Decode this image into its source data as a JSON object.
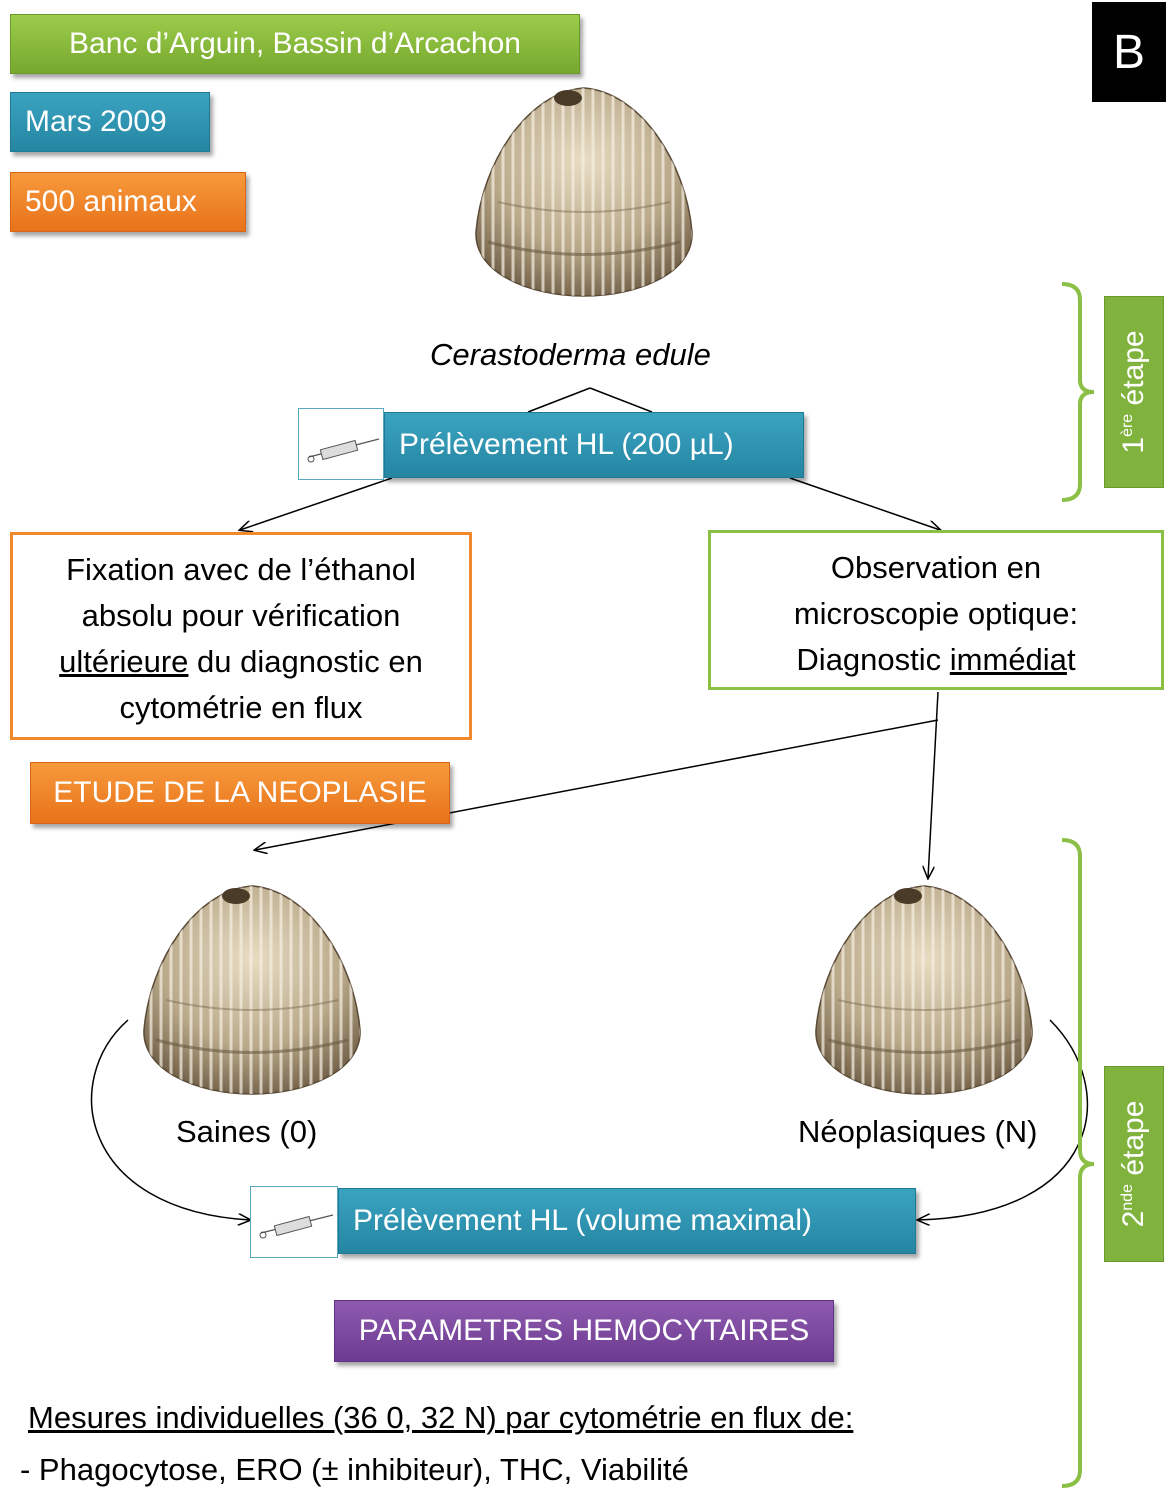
{
  "tags": {
    "location": "Banc d’Arguin, Bassin d’Arcachon",
    "date": "Mars 2009",
    "count": "500 animaux",
    "study_neoplasia": "ETUDE DE LA NEOPLASIE",
    "hemocyte_params": "PARAMETRES HEMOCYTAIRES"
  },
  "corner_label": "B",
  "species": "Cerastoderma edule",
  "sampling_1": "Prélèvement HL (200 µL)",
  "sampling_2": "Prélèvement HL (volume maximal)",
  "fixation": {
    "line1": "Fixation avec de l’éthanol",
    "line2": "absolu pour vérification",
    "underlined": "ultérieure",
    "line3_rest": " du diagnostic en",
    "line4": "cytométrie en flux"
  },
  "observation": {
    "line1": "Observation en",
    "line2": "microscopie optique:",
    "prefix": "Diagnostic ",
    "underlined": "immédia",
    "suffix": "t"
  },
  "healthy": "Saines (0)",
  "neoplastic": "Néoplasiques (N)",
  "steps": {
    "first_num": "1",
    "first_sup": "ère",
    "first_word": " étape",
    "second_num": "2",
    "second_sup": "nde",
    "second_word": " étape"
  },
  "measures": {
    "title": "Mesures individuelles (36 0, 32 N) par cytométrie en flux de:",
    "list": "- Phagocytose, ERO (± inhibiteur), THC, Viabilité"
  },
  "colors": {
    "green": "#7fb33d",
    "teal": "#2a8fae",
    "orange": "#f08a2c",
    "purple": "#7d4a9f",
    "black": "#000000"
  }
}
